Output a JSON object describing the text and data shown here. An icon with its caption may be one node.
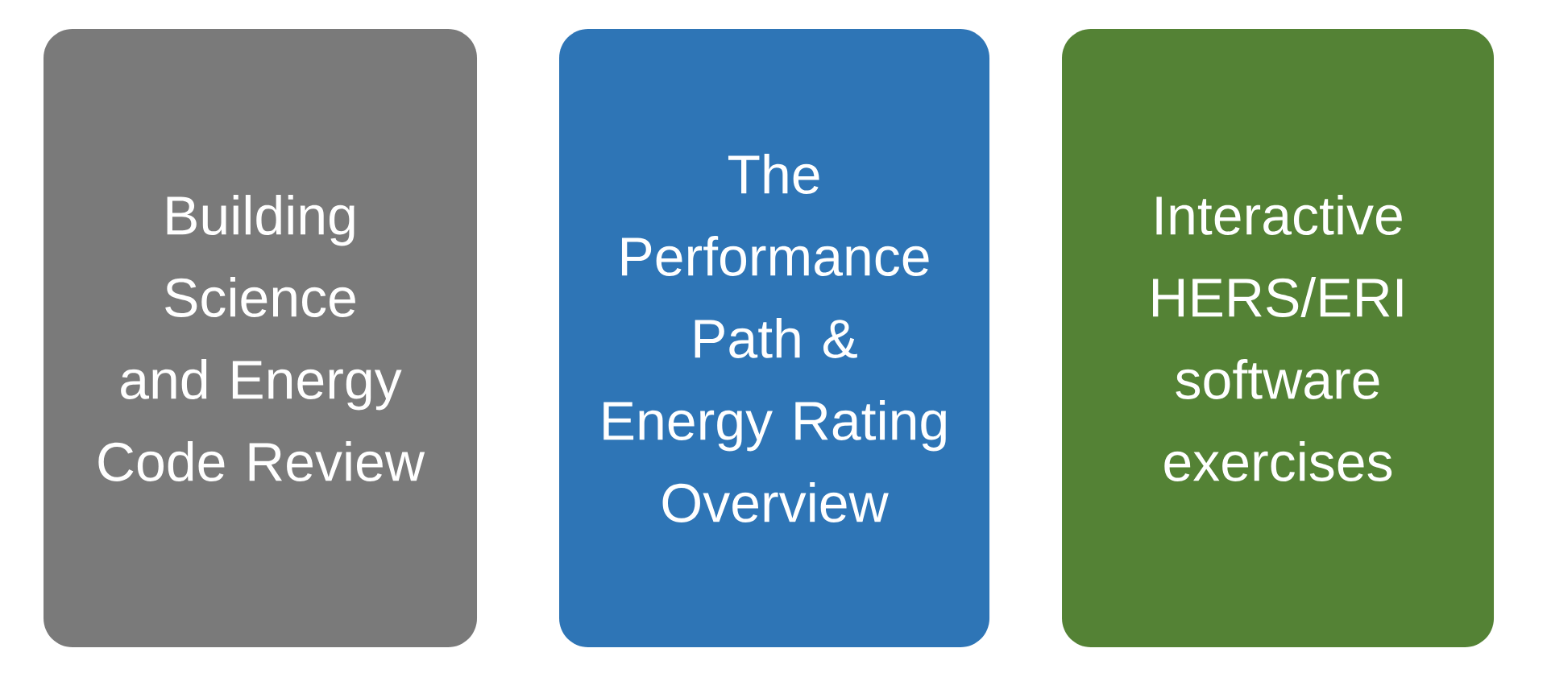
{
  "diagram": {
    "nodes": [
      {
        "text": [
          "Building Science and Energy Code Review"
        ]
      },
      {
        "text": [
          "The Performance Path & Energy Rating Overview"
        ]
      },
      {
        "text": [
          "Interactive HERS/ERI software exercises"
        ]
      }
    ]
  }
}
